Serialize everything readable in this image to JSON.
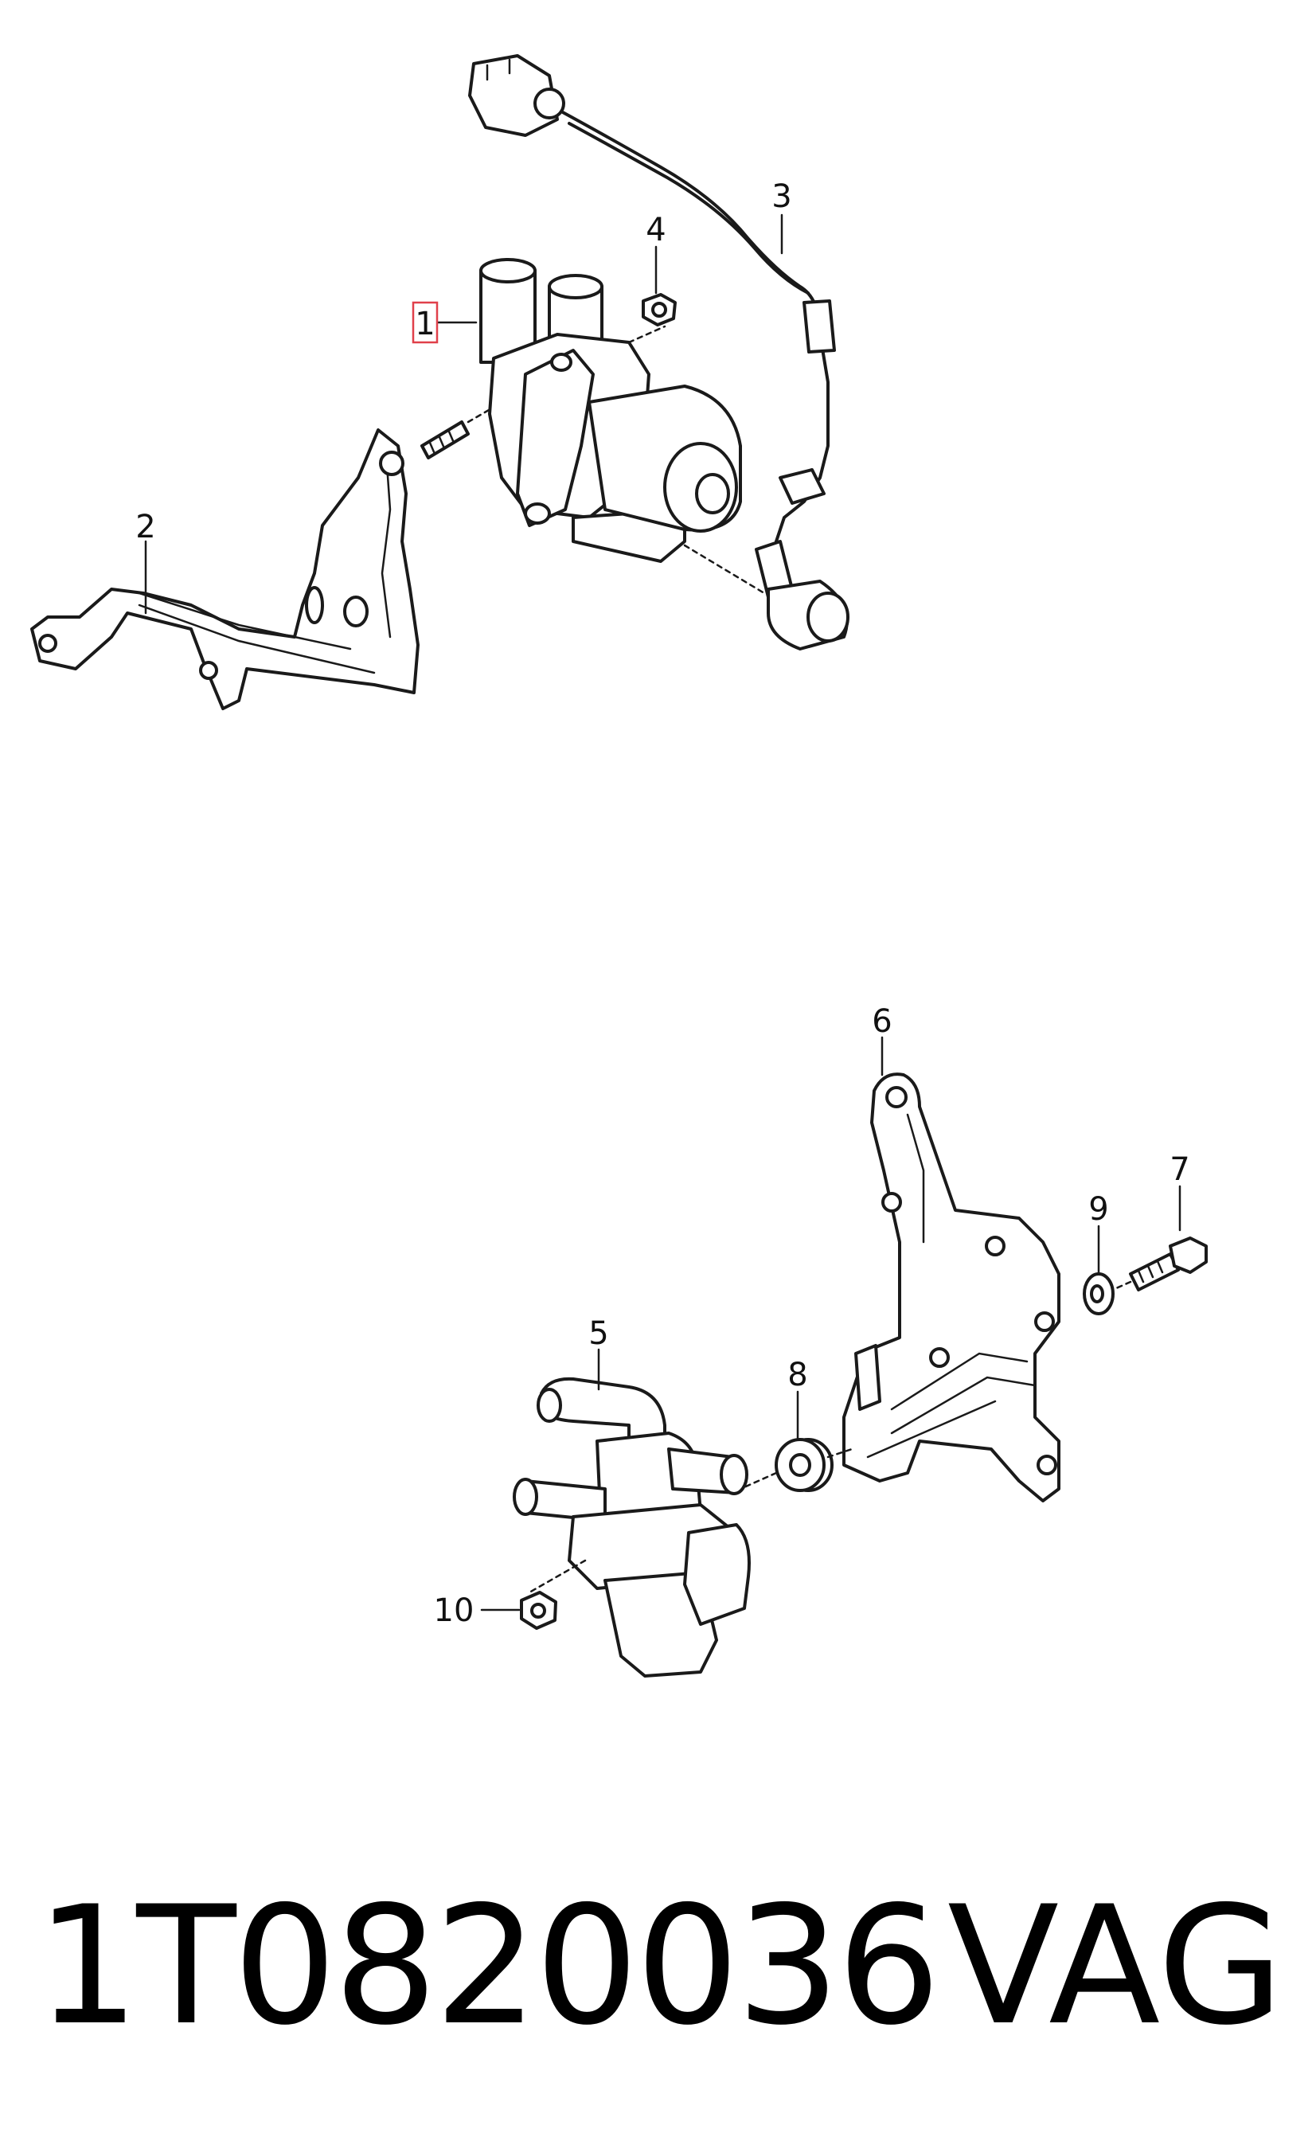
{
  "callouts": {
    "c1": "1",
    "c2": "2",
    "c3": "3",
    "c4": "4",
    "c5": "5",
    "c6": "6",
    "c7": "7",
    "c8": "8",
    "c9": "9",
    "c10": "10"
  },
  "highlight_color": "#e0404a",
  "footer": {
    "part_number": "1T0820036",
    "brand": "VAG"
  }
}
